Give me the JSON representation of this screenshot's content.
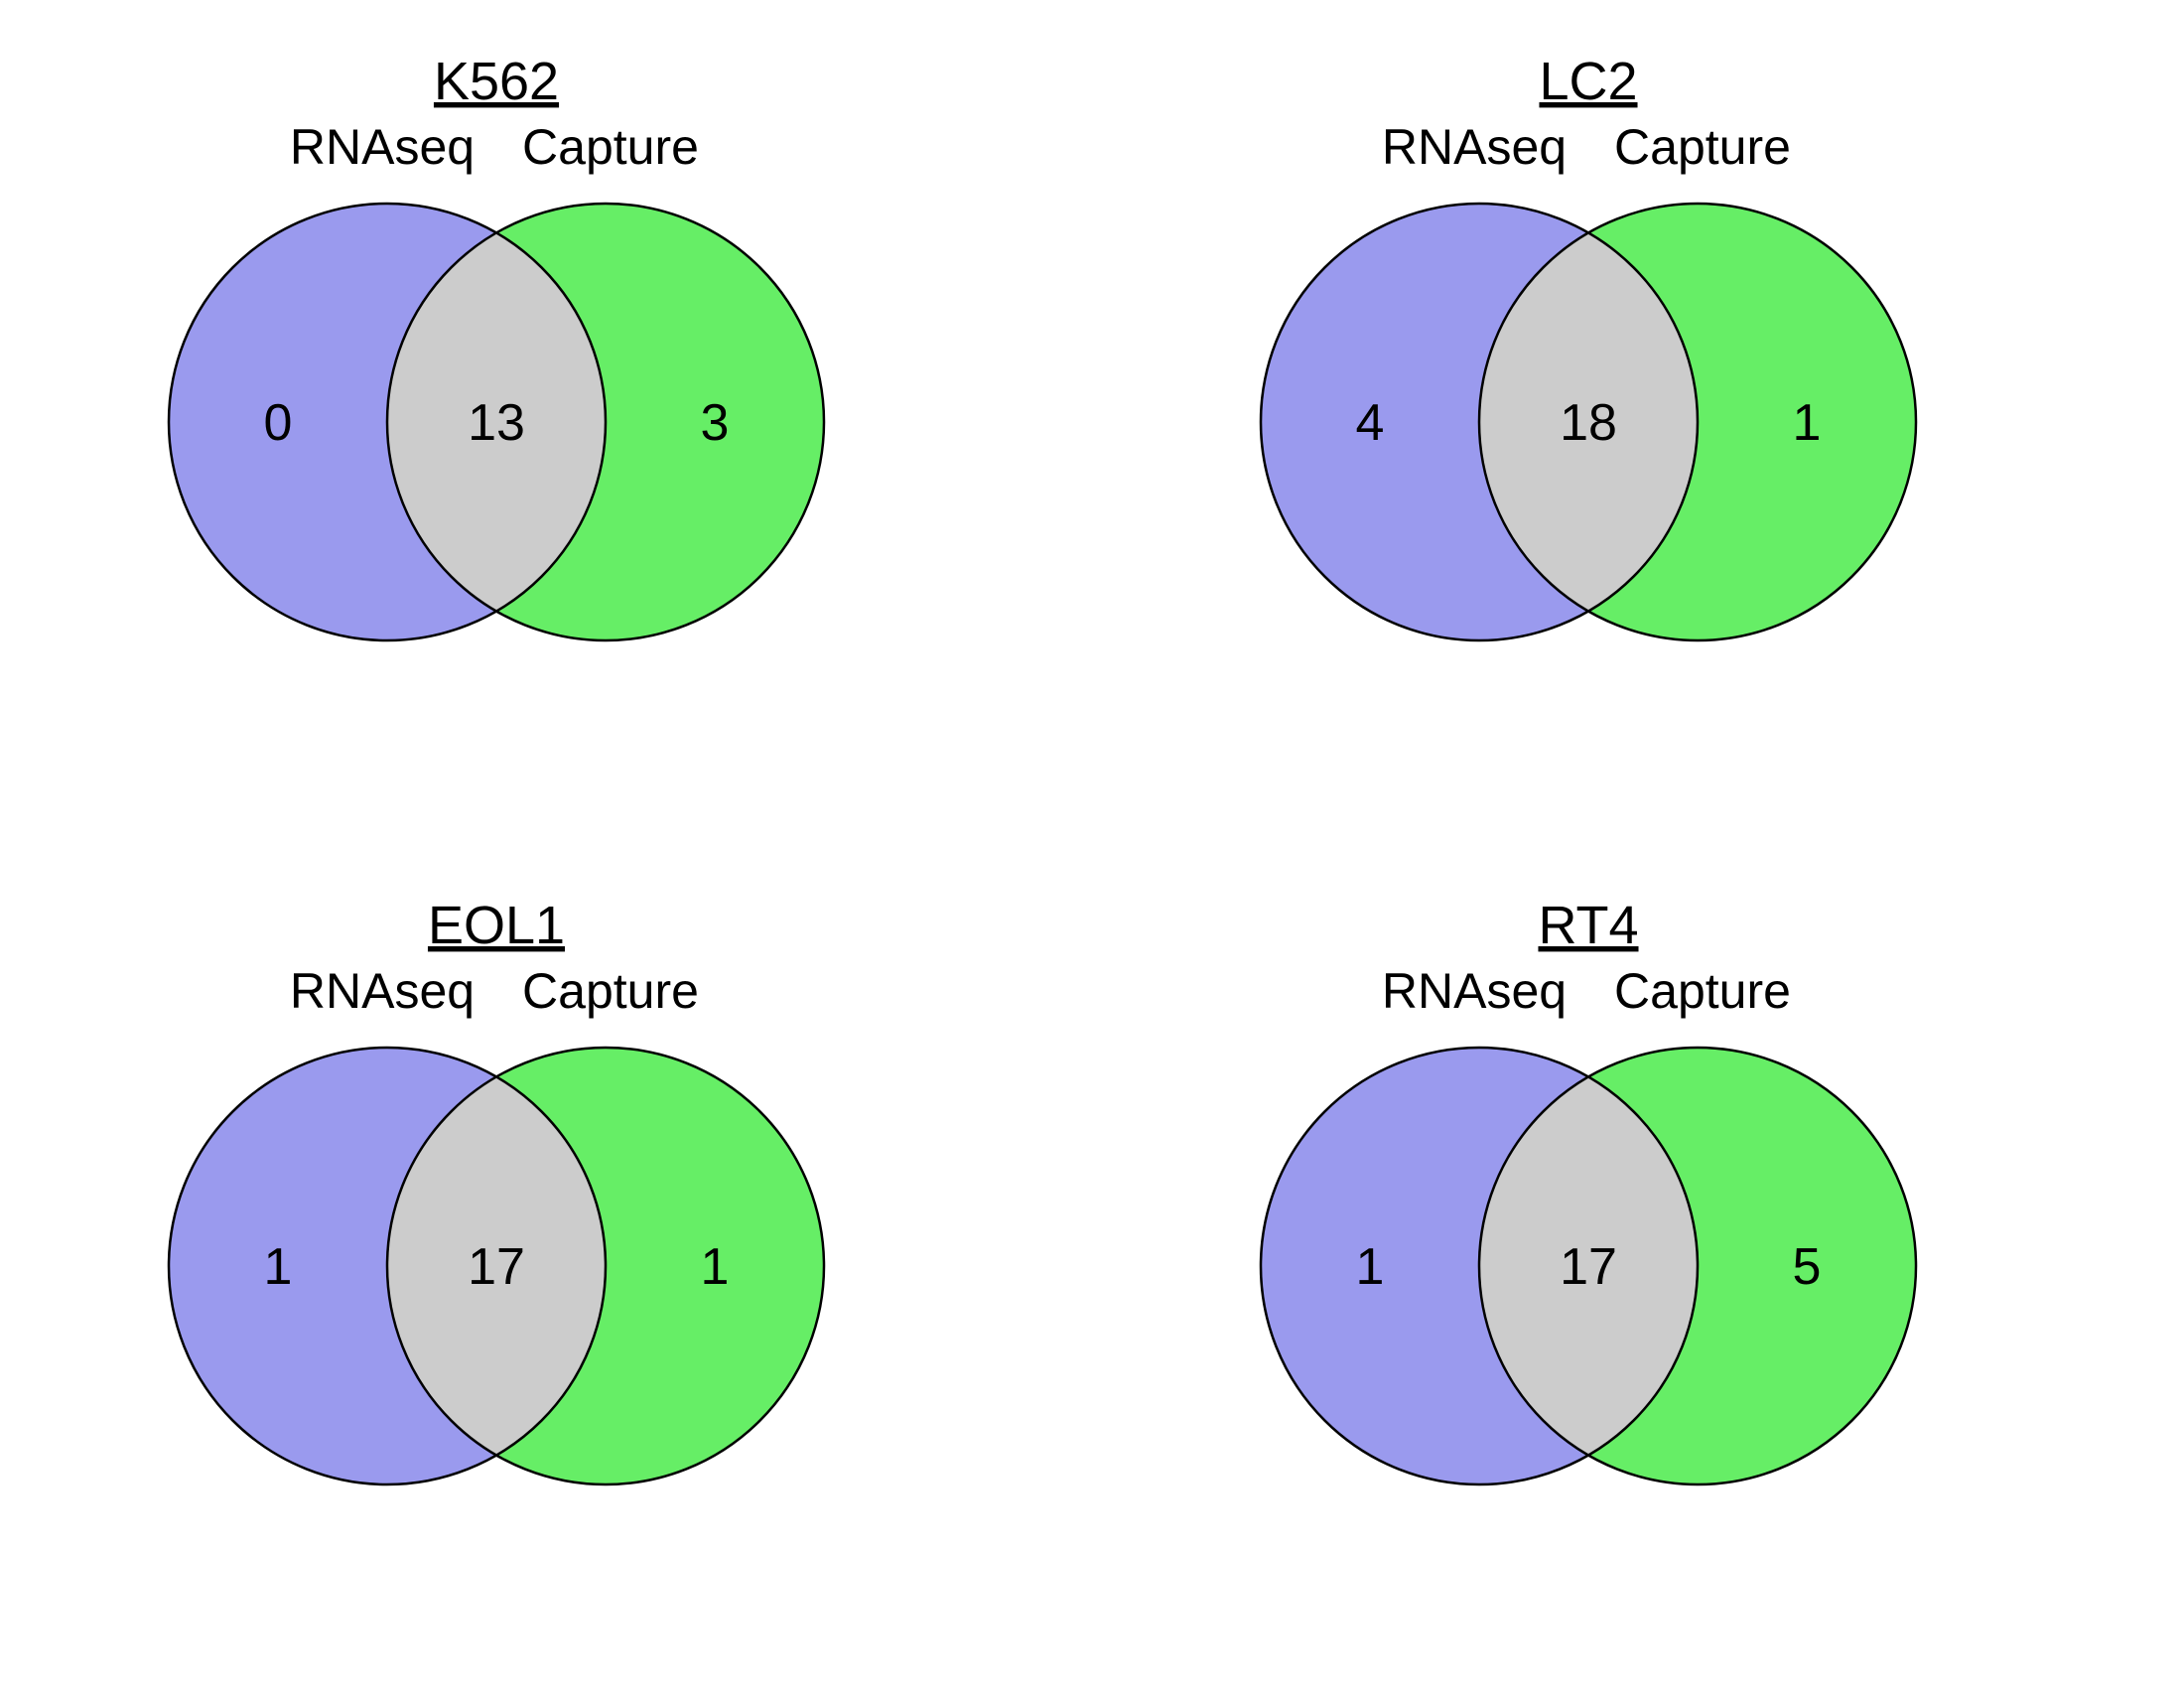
{
  "figure": {
    "background": "#ffffff",
    "style": {
      "left_circle_color": "#9a9aee",
      "right_circle_color": "#66ee66",
      "overlap_color": "#cccccc",
      "outline_color": "#000000"
    },
    "panels": [
      {
        "title": "K562",
        "left_label": "RNAseq",
        "right_label": "Capture",
        "left_only": "0",
        "overlap": "13",
        "right_only": "3"
      },
      {
        "title": "LC2",
        "left_label": "RNAseq",
        "right_label": "Capture",
        "left_only": "4",
        "overlap": "18",
        "right_only": "1"
      },
      {
        "title": "EOL1",
        "left_label": "RNAseq",
        "right_label": "Capture",
        "left_only": "1",
        "overlap": "17",
        "right_only": "1"
      },
      {
        "title": "RT4",
        "left_label": "RNAseq",
        "right_label": "Capture",
        "left_only": "1",
        "overlap": "17",
        "right_only": "5"
      }
    ]
  },
  "chart_data": [
    {
      "type": "venn",
      "title": "K562",
      "sets": [
        "RNAseq",
        "Capture"
      ],
      "values": {
        "RNAseq_only": 0,
        "overlap": 13,
        "Capture_only": 3
      }
    },
    {
      "type": "venn",
      "title": "LC2",
      "sets": [
        "RNAseq",
        "Capture"
      ],
      "values": {
        "RNAseq_only": 4,
        "overlap": 18,
        "Capture_only": 1
      }
    },
    {
      "type": "venn",
      "title": "EOL1",
      "sets": [
        "RNAseq",
        "Capture"
      ],
      "values": {
        "RNAseq_only": 1,
        "overlap": 17,
        "Capture_only": 1
      }
    },
    {
      "type": "venn",
      "title": "RT4",
      "sets": [
        "RNAseq",
        "Capture"
      ],
      "values": {
        "RNAseq_only": 1,
        "overlap": 17,
        "Capture_only": 5
      }
    }
  ]
}
